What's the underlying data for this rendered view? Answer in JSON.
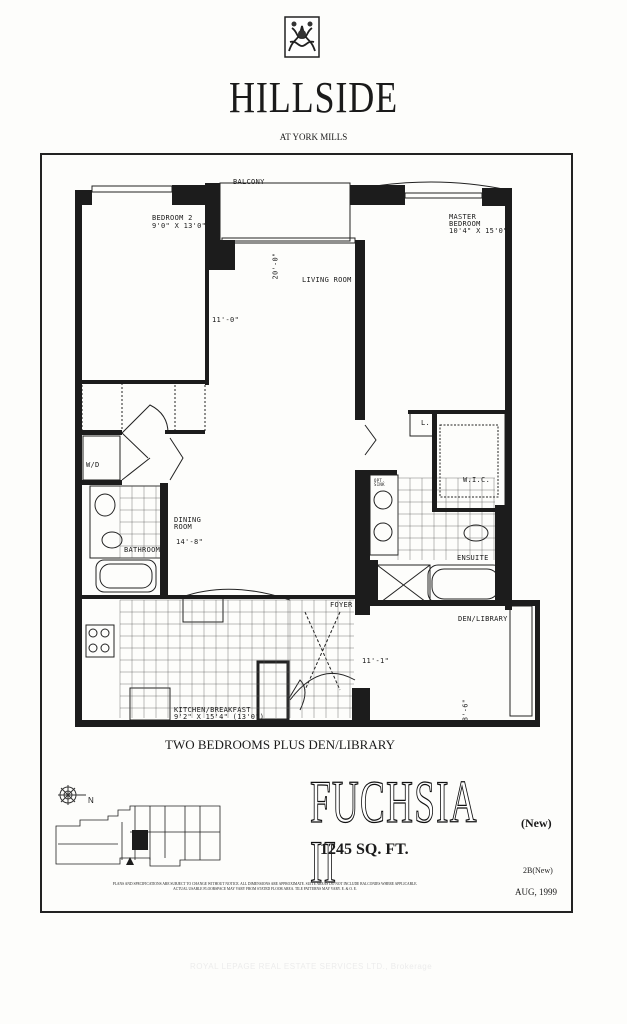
{
  "header": {
    "logo_icon": "ornamental-floral-crest",
    "brand": "HILLSIDE",
    "subtitle": "AT YORK MILLS"
  },
  "rooms": {
    "balcony": "BALCONY",
    "bedroom2": {
      "name": "BEDROOM 2",
      "size": "9'0\" X 13'0\""
    },
    "master": {
      "name1": "MASTER",
      "name2": "BEDROOM",
      "size": "10'4\" X 15'0\""
    },
    "living": {
      "name": "LIVING ROOM",
      "dim_long": "20'-0\"",
      "dim_wide": "11'-0\""
    },
    "dining": {
      "name1": "DINING",
      "name2": "ROOM",
      "dim": "14'-8\""
    },
    "wd": "W/D",
    "bathroom": "BATHROOM",
    "linen": "L.",
    "wic": "W.I.C.",
    "opt_sink": "OPT. SINK",
    "ensuite": "ENSUITE",
    "foyer": "FOYER",
    "den": {
      "name": "DEN/LIBRARY",
      "dim_wide": "11'-1\"",
      "dim_long": "8'-6\""
    },
    "kitchen": {
      "name": "KITCHEN/BREAKFAST",
      "size": "9'2\" X 15'4\" (13'0\")"
    }
  },
  "plan_caption": "TWO BEDROOMS PLUS DEN/LIBRARY",
  "compass": {
    "icon": "compass-rose-icon",
    "label": "N"
  },
  "suite": {
    "name": "FUCHSIA II",
    "tag": "(New)",
    "area": "1245 SQ. FT.",
    "code": "2B(New)",
    "date": "AUG, 1999"
  },
  "disclaimer": {
    "line1": "PLANS AND SPECIFICATIONS ARE SUBJECT TO CHANGE WITHOUT NOTICE. ALL DIMENSIONS ARE APPROXIMATE. SUITE AREAS DO NOT INCLUDE BALCONIES WHERE APPLICABLE.",
    "line2": "ACTUAL USABLE FLOORSPACE MAY VARY FROM STATED FLOOR AREA. TILE PATTERNS MAY VARY. E. & O. E."
  },
  "watermark": "ROYAL LEPAGE REAL ESTATE SERVICES LTD., Brokerage"
}
